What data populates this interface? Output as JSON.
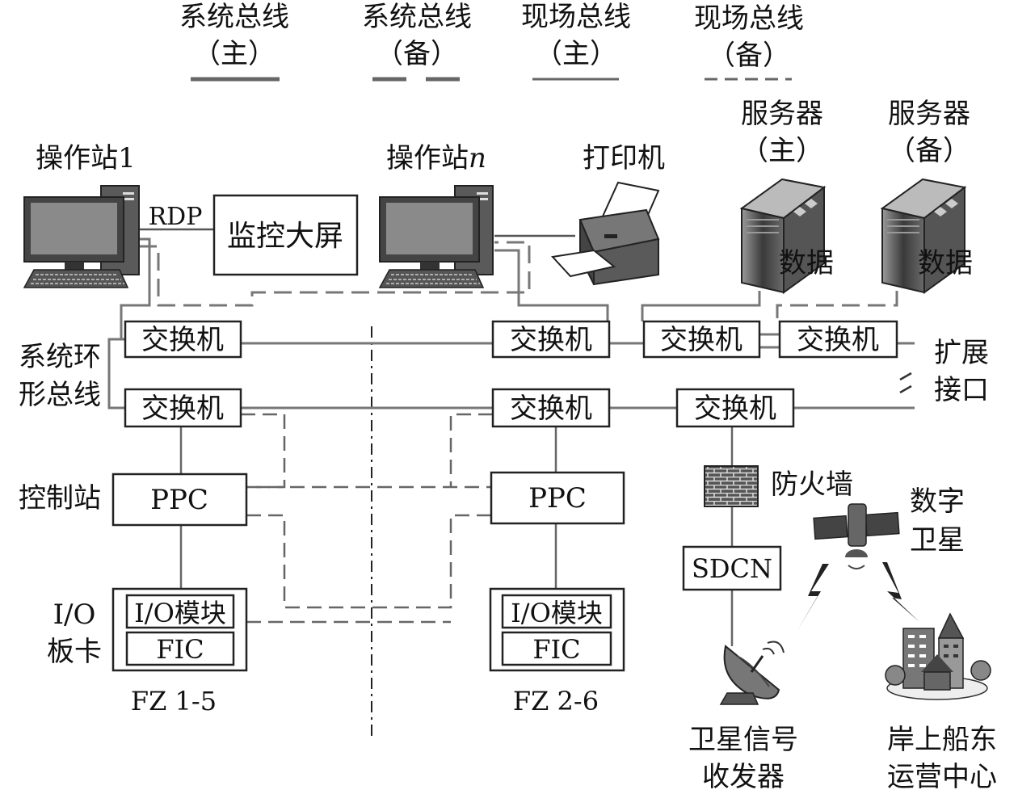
{
  "legend": [
    {
      "line1": "系统总线",
      "line2": "（主）"
    },
    {
      "line1": "系统总线",
      "line2": "（备）"
    },
    {
      "line1": "现场总线",
      "line2": "（主）"
    },
    {
      "line1": "现场总线",
      "line2": "（备）"
    }
  ],
  "labels": {
    "op1": "操作站1",
    "opn_prefix": "操作站",
    "opn_suffix": "n",
    "rdp": "RDP",
    "monitor": "监控大屏",
    "printer": "打印机",
    "server_main_1": "服务器",
    "server_main_2": "（主）",
    "server_bak_1": "服务器",
    "server_bak_2": "（备）",
    "data": "数据",
    "switch": "交换机",
    "ring_1": "系统环",
    "ring_2": "形总线",
    "ext_1": "扩展",
    "ext_2": "接口",
    "control_station": "控制站",
    "ppc": "PPC",
    "io_1": "I/O",
    "io_2": "板卡",
    "io_module": "I/O模块",
    "fic": "FIC",
    "fz_left": "FZ 1-5",
    "fz_right": "FZ 2-6",
    "firewall": "防火墙",
    "sdcn": "SDCN",
    "satellite_1": "数字",
    "satellite_2": "卫星",
    "receiver_1": "卫星信号",
    "receiver_2": "收发器",
    "shore_1": "岸上船东",
    "shore_2": "运营中心"
  },
  "icons": [
    "computer-icon",
    "printer-icon",
    "server-icon",
    "firewall-icon",
    "satellite-icon",
    "satellite-dish-icon",
    "buildings-icon",
    "lightning-icon"
  ]
}
